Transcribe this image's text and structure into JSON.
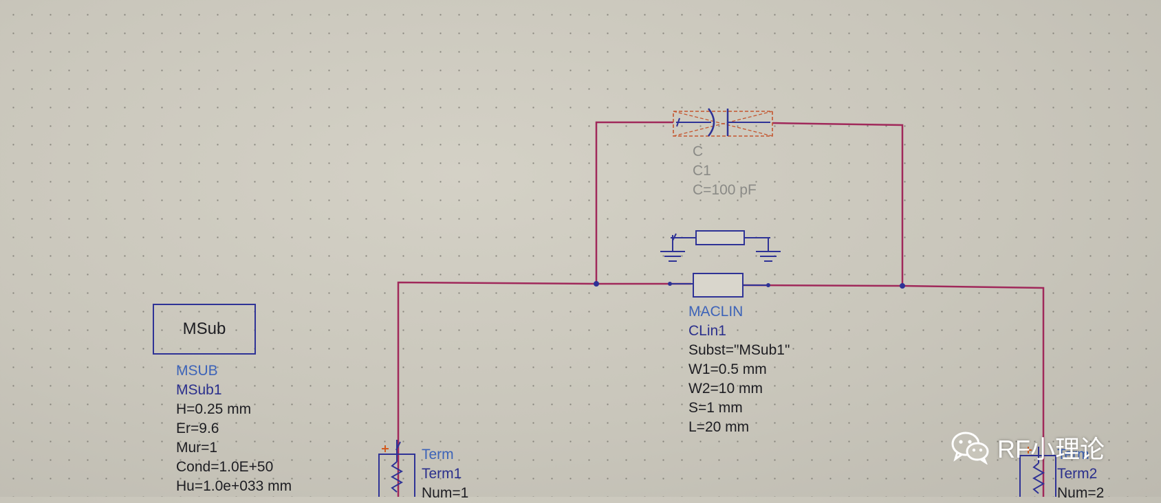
{
  "capacitor": {
    "lines": [
      "C",
      "C1",
      "C=100 pF"
    ]
  },
  "maclin": {
    "type_label": "MACLIN",
    "name": "CLin1",
    "params": [
      "Subst=\"MSub1\"",
      "W1=0.5 mm",
      "W2=10 mm",
      "S=1 mm",
      "L=20 mm"
    ]
  },
  "msub": {
    "box_label": "MSub",
    "type_label": "MSUB",
    "name": "MSub1",
    "params": [
      "H=0.25 mm",
      "Er=9.6",
      "Mur=1",
      "Cond=1.0E+50",
      "Hu=1.0e+033 mm"
    ]
  },
  "term1": {
    "type_label": "Term",
    "name": "Term1",
    "num": "Num=1"
  },
  "term2": {
    "type_label": "Term",
    "name": "Term2",
    "num": "Num=2"
  },
  "watermark": {
    "text": "RF小理论"
  },
  "colors": {
    "wire": "#a0285a",
    "component": "#2e3296",
    "disabled": "#c4552e",
    "background": "#cdcabf"
  }
}
